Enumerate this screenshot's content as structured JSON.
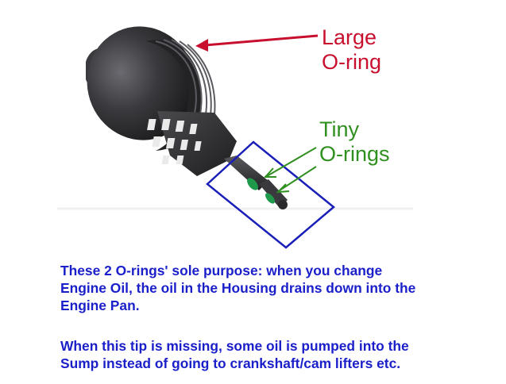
{
  "colors": {
    "large_label": "#c8102e",
    "tiny_label": "#2f8f1f",
    "highlight_box": "#1a1fb8",
    "caption_text": "#1a1fc9",
    "part_dark": "#2a2a2c",
    "part_mid": "#4a4a4e",
    "o_ring_green": "#1f9a4a"
  },
  "labels": {
    "large_oring": [
      "Large",
      "O-ring"
    ],
    "tiny_orings": [
      "Tiny",
      "O-rings"
    ]
  },
  "caption": {
    "paragraph1": [
      "These 2 O-rings' sole purpose: when you change",
      "Engine Oil, the oil in the Housing drains down into the",
      "Engine Pan."
    ],
    "paragraph2": [
      "When this tip is missing, some oil is pumped into the",
      "Sump instead of going to crankshaft/cam lifters etc."
    ]
  }
}
